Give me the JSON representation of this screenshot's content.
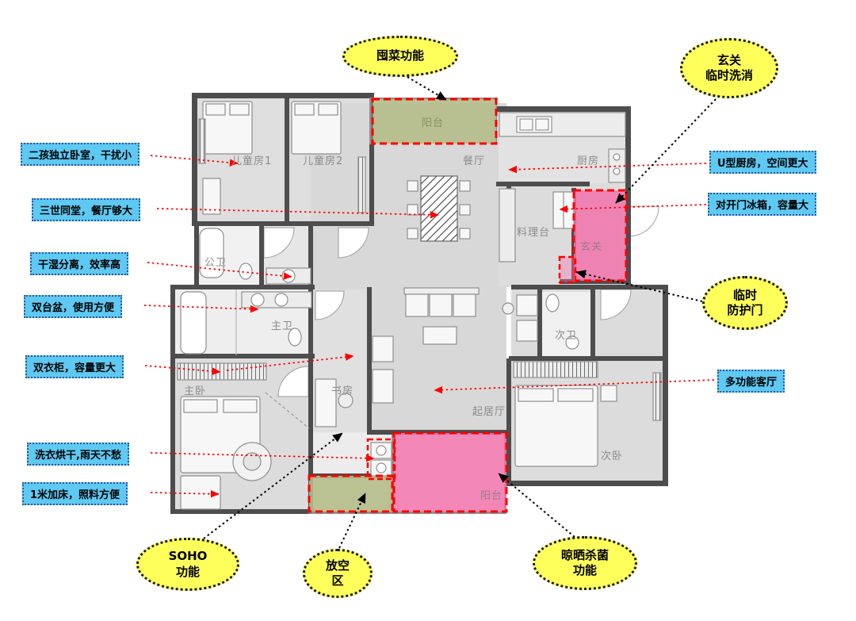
{
  "bubbles": {
    "stock": {
      "lines": [
        "囤菜功能"
      ]
    },
    "entry": {
      "lines": [
        "玄关",
        "临时洗消"
      ]
    },
    "door": {
      "lines": [
        "临时",
        "防护门"
      ]
    },
    "soho": {
      "lines": [
        "SOHO",
        "功能"
      ]
    },
    "relax": {
      "lines": [
        "放空",
        "区"
      ]
    },
    "dry": {
      "lines": [
        "晾晒杀菌",
        "功能"
      ]
    }
  },
  "labels": {
    "left": [
      "二孩独立卧室，干扰小",
      "三世同堂，餐厅够大",
      "干湿分离，效率高",
      "双台盆，使用方便",
      "双衣柜，容量更大",
      "洗衣烘干,雨天不愁",
      "1米加床，照料方便"
    ],
    "right": [
      "U型厨房，空间更大",
      "对开门冰箱，容量大",
      "多功能客厅"
    ]
  },
  "rooms": {
    "kids1": "儿童房1",
    "kids2": "儿童房2",
    "balcony_top": "阳台",
    "dining": "餐厅",
    "kitchen": "厨房",
    "counter": "料理台",
    "foyer": "玄关",
    "public_bath": "公卫",
    "master_bath": "主卫",
    "second_bath": "次卫",
    "master_bed": "主卧",
    "study": "书房",
    "living": "起居厅",
    "second_bed": "次卧",
    "balcony_bottom": "阳台"
  },
  "colors": {
    "bubble_fill": "#ffff5c",
    "label_fill": "#5ec9f2",
    "highlight_green": "#b5bd8a",
    "highlight_pink": "#f173ac",
    "arrow_red": "#ff0000",
    "arrow_black": "#000000",
    "wall": "#4d4d4d"
  }
}
